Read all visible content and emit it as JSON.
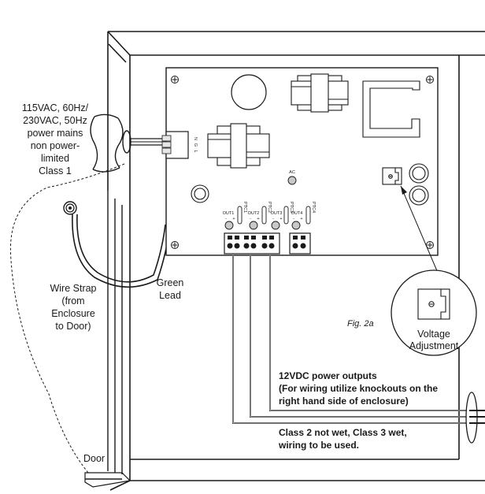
{
  "mains_label": [
    "115VAC, 60Hz/",
    "230VAC, 50Hz",
    "power mains",
    "non power-",
    "limited",
    "Class 1"
  ],
  "connector_pins": [
    "N",
    "G",
    "L"
  ],
  "wire_strap_label": [
    "Wire Strap",
    "(from",
    "Enclosure",
    "to Door)"
  ],
  "green_lead_label": [
    "Green",
    "Lead"
  ],
  "door_label": "Door",
  "figure_label": "Fig. 2a",
  "voltage_adjustment_label": [
    "Voltage",
    "Adjustment"
  ],
  "board": {
    "ac_label": "AC",
    "outputs": [
      {
        "name": "OUT1",
        "fuse": "PTC1"
      },
      {
        "name": "OUT2",
        "fuse": "PTC2"
      },
      {
        "name": "OUT3",
        "fuse": "PTC3"
      },
      {
        "name": "OUT4",
        "fuse": "PTC4"
      }
    ],
    "polarity": [
      "-",
      "+"
    ]
  },
  "outputs_note": [
    "12VDC power outputs",
    "(For wiring utilize knockouts on the",
    "right hand side of enclosure)"
  ],
  "class_note": [
    "Class 2 not wet, Class 3 wet,",
    "wiring to be used."
  ]
}
